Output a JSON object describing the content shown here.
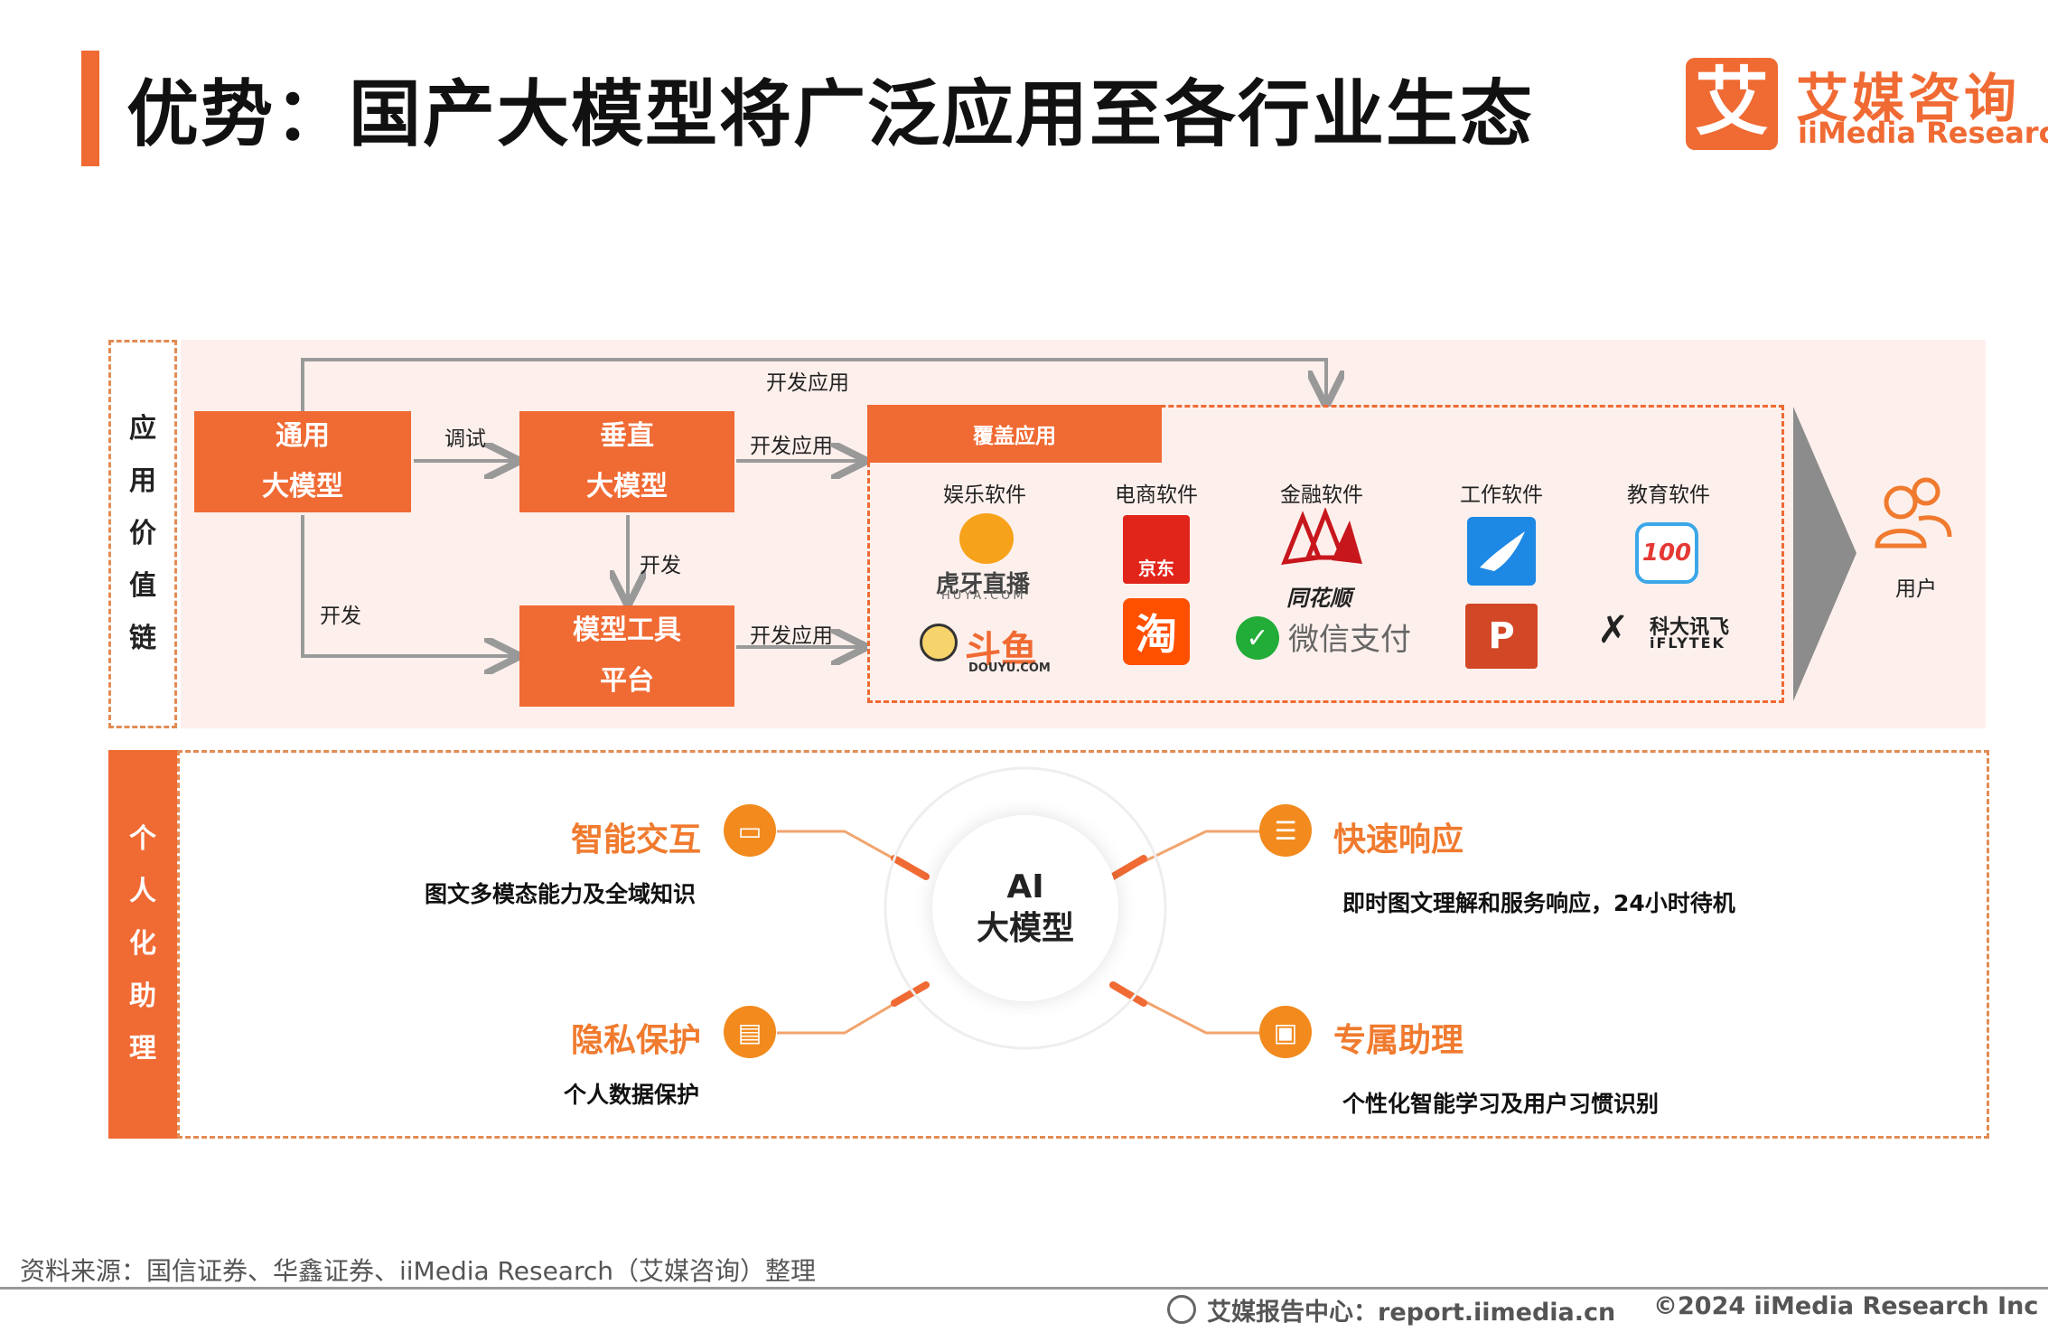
{
  "title": "优势：国产大模型将广泛应用至各行业生态",
  "logo": {
    "mark": "艾",
    "name_cn": "艾媒咨询",
    "name_en": "iiMedia Research"
  },
  "value_chain": {
    "side_label": [
      "应",
      "用",
      "价",
      "值",
      "链"
    ],
    "general_model": [
      "通用",
      "大模型"
    ],
    "vertical_model": [
      "垂直",
      "大模型"
    ],
    "tool_platform": [
      "模型工具",
      "平台"
    ],
    "edge_labels": {
      "debug": "调试",
      "develop": "开发",
      "develop2": "开发",
      "dev_app_top": "开发应用",
      "dev_app_mid": "开发应用",
      "dev_app_bottom": "开发应用"
    },
    "cover_title": "覆盖应用",
    "categories": [
      "娱乐软件",
      "电商软件",
      "金融软件",
      "工作软件",
      "教育软件"
    ],
    "apps": {
      "huya": "虎牙直播",
      "huya_sub": "HUYA.COM",
      "douyu": "斗鱼",
      "douyu_sub": "DOUYU.COM",
      "jd": "京东",
      "taobao": "淘",
      "ths": "同花顺",
      "wechat_pay": "微信支付",
      "ppt": "P",
      "zyb": "100",
      "iflytek": "科大讯飞",
      "iflytek_sub": "iFLYTEK"
    },
    "user_label": "用户"
  },
  "assistant": {
    "side_label": [
      "个",
      "人",
      "化",
      "助",
      "理"
    ],
    "center": [
      "AI",
      "大模型"
    ],
    "features": [
      {
        "title": "智能交互",
        "desc": "图文多模态能力及全域知识"
      },
      {
        "title": "快速响应",
        "desc": "即时图文理解和服务响应，24小时待机"
      },
      {
        "title": "隐私保护",
        "desc": "个人数据保护"
      },
      {
        "title": "专属助理",
        "desc": "个性化智能学习及用户习惯识别"
      }
    ]
  },
  "source": "资料来源：国信证券、华鑫证券、iiMedia Research（艾媒咨询）整理",
  "footer": {
    "left": "艾媒报告中心：report.iimedia.cn",
    "right": "©2024  iiMedia Research  Inc"
  },
  "colors": {
    "accent": "#F06A33",
    "feature_icon": "#F28A1E",
    "panel_bg": "#FDF0EC"
  }
}
